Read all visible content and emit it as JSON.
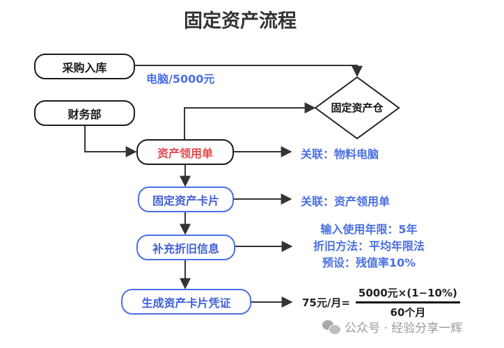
{
  "title": "固定资产流程",
  "nodes": {
    "purchase": "采购入库",
    "finance": "财务部",
    "warehouse": "固定资产仓",
    "requisition": "资产领用单",
    "asset_card": "固定资产卡片",
    "depreciation": "补充折旧信息",
    "voucher": "生成资产卡片凭证"
  },
  "notes": {
    "purchase_edge": "电脑/5000元",
    "requisition_link": "关联：物料电脑",
    "asset_card_link": "关联：资产领用单",
    "depreciation_lines": [
      "输入使用年限：5年",
      "折旧方法：平均年限法",
      "预设：残值率10%"
    ]
  },
  "formula": {
    "result": "75元/月=",
    "numerator": "5000元×(1−10%)",
    "denominator": "60个月"
  },
  "watermark": "公众号 · 经验分享一辉",
  "colors": {
    "blue": "#4a6fe3",
    "red": "#e5484d",
    "black": "#1a1a1a"
  }
}
